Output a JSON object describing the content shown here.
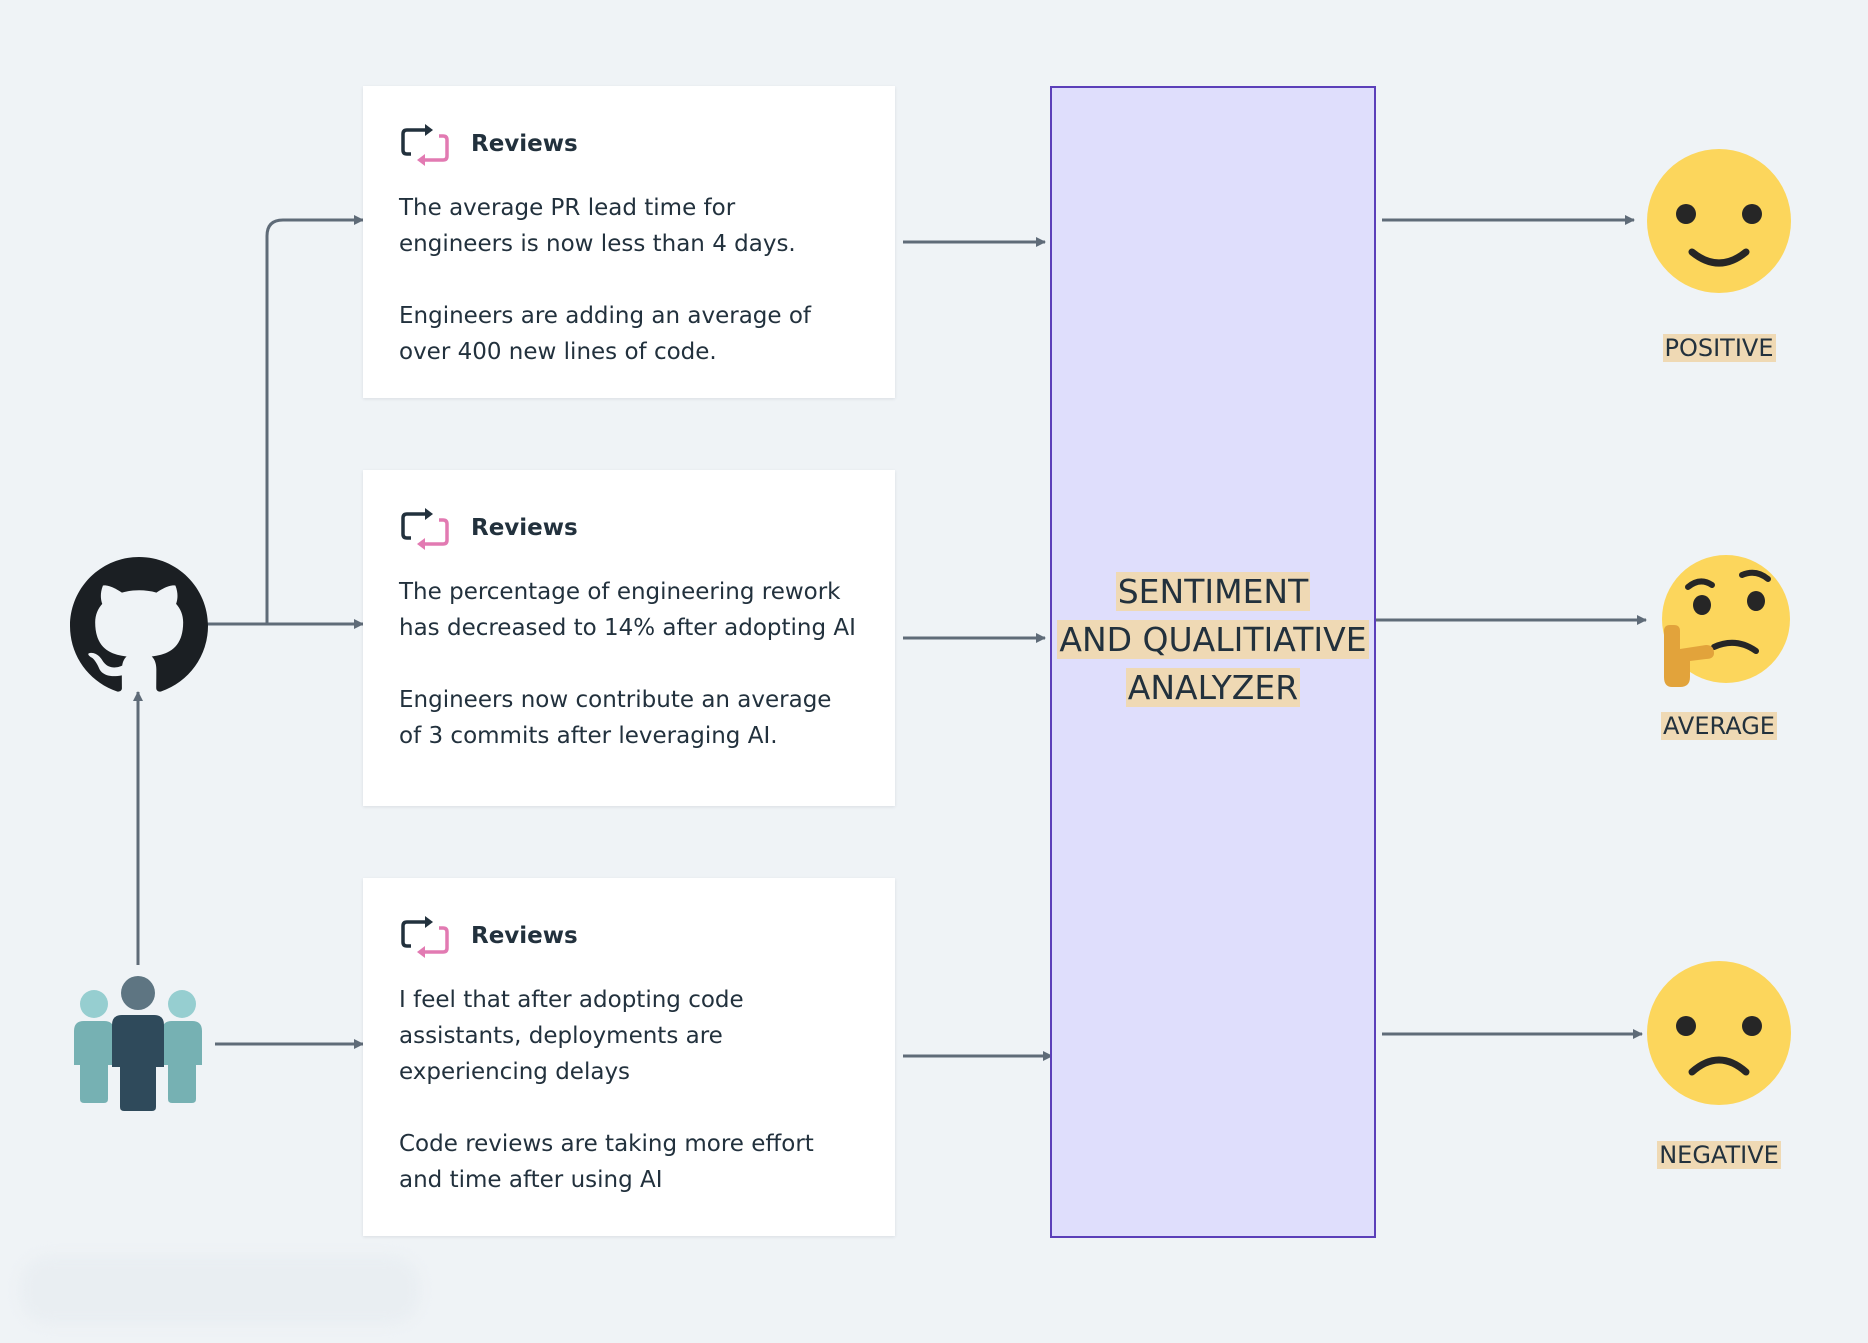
{
  "cards": [
    {
      "title": "Reviews",
      "icon": "review-arrows-icon",
      "paragraphs": [
        [
          "The average PR lead time for",
          "engineers is now less than 4 days."
        ],
        [
          "Engineers are adding an average of",
          "over 400 new lines of code."
        ]
      ]
    },
    {
      "title": "Reviews",
      "icon": "review-arrows-icon",
      "paragraphs": [
        [
          "The percentage of engineering rework",
          "has decreased to 14% after adopting AI"
        ],
        [
          "Engineers now contribute an average",
          "of 3 commits after leveraging AI."
        ]
      ]
    },
    {
      "title": "Reviews",
      "icon": "review-arrows-icon",
      "paragraphs": [
        [
          "I feel that after adopting code",
          "assistants, deployments are",
          "experiencing delays"
        ],
        [
          "Code reviews are taking more effort",
          "and time after using AI"
        ]
      ]
    }
  ],
  "analyzer": {
    "title_lines": [
      "SENTIMENT",
      "AND QUALITIATIVE",
      "ANALYZER"
    ],
    "fill": "#dfdefc",
    "border": "#5b3fb9"
  },
  "outcomes": [
    {
      "label": "POSITIVE",
      "icon": "smiling-face-icon"
    },
    {
      "label": "AVERAGE",
      "icon": "thinking-face-icon"
    },
    {
      "label": "NEGATIVE",
      "icon": "frowning-face-icon"
    }
  ],
  "sources": {
    "github_icon": "github-logo-icon",
    "people_icon": "team-people-icon"
  },
  "colors": {
    "background": "#eff3f6",
    "arrow": "#5f6b78",
    "label_highlight": "#efd9b4",
    "emoji_yellow": "#fcd65c",
    "icon_pink": "#e27ab2",
    "icon_dark": "#22313d"
  }
}
